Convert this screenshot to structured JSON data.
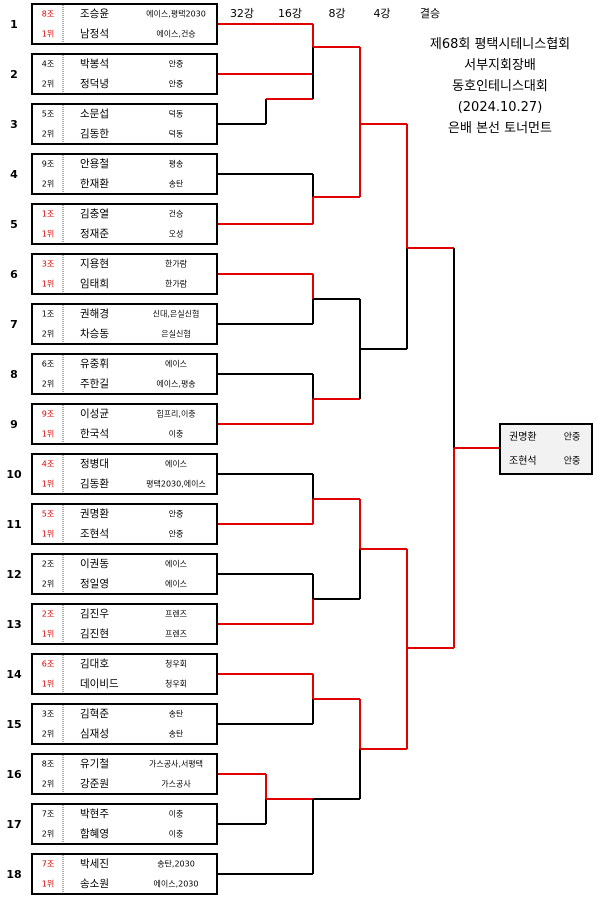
{
  "rounds": [
    "32강",
    "16강",
    "8강",
    "4강",
    "결승"
  ],
  "title_lines": [
    "제68회 평택시테니스협회",
    "서부지회장배",
    "동호인테니스대회",
    "(2024.10.27)",
    "은배 본선 토너먼트"
  ],
  "colors": {
    "win_line": "#e00000",
    "line": "#000000",
    "seed_red": "#e00000",
    "winner_box_bg": "#f2f2f2"
  },
  "teams": [
    {
      "no": "1",
      "p": [
        {
          "seed": "8조",
          "name": "조승윤",
          "club": "에이스,평택2030"
        },
        {
          "seed": "1위",
          "name": "남정석",
          "club": "에이스,건승"
        }
      ],
      "red": true
    },
    {
      "no": "2",
      "p": [
        {
          "seed": "4조",
          "name": "박봉석",
          "club": "안중"
        },
        {
          "seed": "2위",
          "name": "정덕녕",
          "club": "안중"
        }
      ],
      "red": false
    },
    {
      "no": "3",
      "p": [
        {
          "seed": "5조",
          "name": "소문섭",
          "club": "덕동"
        },
        {
          "seed": "2위",
          "name": "김동한",
          "club": "덕동"
        }
      ],
      "red": false
    },
    {
      "no": "4",
      "p": [
        {
          "seed": "9조",
          "name": "안용철",
          "club": "평송"
        },
        {
          "seed": "2위",
          "name": "한재환",
          "club": "송탄"
        }
      ],
      "red": false
    },
    {
      "no": "5",
      "p": [
        {
          "seed": "1조",
          "name": "김충열",
          "club": "건승"
        },
        {
          "seed": "1위",
          "name": "정재준",
          "club": "오성"
        }
      ],
      "red": true
    },
    {
      "no": "6",
      "p": [
        {
          "seed": "3조",
          "name": "지용현",
          "club": "한가람"
        },
        {
          "seed": "1위",
          "name": "임태희",
          "club": "한가람"
        }
      ],
      "red": true
    },
    {
      "no": "7",
      "p": [
        {
          "seed": "1조",
          "name": "권해경",
          "club": "신대,은실신협"
        },
        {
          "seed": "2위",
          "name": "차승동",
          "club": "은실신협"
        }
      ],
      "red": false
    },
    {
      "no": "8",
      "p": [
        {
          "seed": "6조",
          "name": "유중휘",
          "club": "에이스"
        },
        {
          "seed": "2위",
          "name": "주한길",
          "club": "에이스,평송"
        }
      ],
      "red": false
    },
    {
      "no": "9",
      "p": [
        {
          "seed": "9조",
          "name": "이성균",
          "club": "힙프리,이충"
        },
        {
          "seed": "1위",
          "name": "한국석",
          "club": "이충"
        }
      ],
      "red": true
    },
    {
      "no": "10",
      "p": [
        {
          "seed": "4조",
          "name": "정병대",
          "club": "에이스"
        },
        {
          "seed": "1위",
          "name": "김동환",
          "club": "평택2030,에이스"
        }
      ],
      "red": true
    },
    {
      "no": "11",
      "p": [
        {
          "seed": "5조",
          "name": "권명환",
          "club": "안중"
        },
        {
          "seed": "1위",
          "name": "조현석",
          "club": "안중"
        }
      ],
      "red": true
    },
    {
      "no": "12",
      "p": [
        {
          "seed": "2조",
          "name": "이권동",
          "club": "에이스"
        },
        {
          "seed": "2위",
          "name": "정일영",
          "club": "에이스"
        }
      ],
      "red": false
    },
    {
      "no": "13",
      "p": [
        {
          "seed": "2조",
          "name": "김진우",
          "club": "프렌즈"
        },
        {
          "seed": "1위",
          "name": "김진현",
          "club": "프렌즈"
        }
      ],
      "red": true
    },
    {
      "no": "14",
      "p": [
        {
          "seed": "6조",
          "name": "김대호",
          "club": "청우회"
        },
        {
          "seed": "1위",
          "name": "데이비드",
          "club": "청우회"
        }
      ],
      "red": true
    },
    {
      "no": "15",
      "p": [
        {
          "seed": "3조",
          "name": "김혁준",
          "club": "송탄"
        },
        {
          "seed": "2위",
          "name": "심재성",
          "club": "송탄"
        }
      ],
      "red": false
    },
    {
      "no": "16",
      "p": [
        {
          "seed": "8조",
          "name": "유기철",
          "club": "가스공사,서평택"
        },
        {
          "seed": "2위",
          "name": "강준원",
          "club": "가스공사"
        }
      ],
      "red": false
    },
    {
      "no": "17",
      "p": [
        {
          "seed": "7조",
          "name": "박현주",
          "club": "이충"
        },
        {
          "seed": "2위",
          "name": "함혜영",
          "club": "이충"
        }
      ],
      "red": false
    },
    {
      "no": "18",
      "p": [
        {
          "seed": "7조",
          "name": "박세진",
          "club": "송탄,2030"
        },
        {
          "seed": "1위",
          "name": "송소원",
          "club": "에이스,2030"
        }
      ],
      "red": true
    }
  ],
  "champion": {
    "p": [
      {
        "name": "권명환",
        "club": "안중"
      },
      {
        "name": "조현석",
        "club": "안중"
      }
    ]
  }
}
